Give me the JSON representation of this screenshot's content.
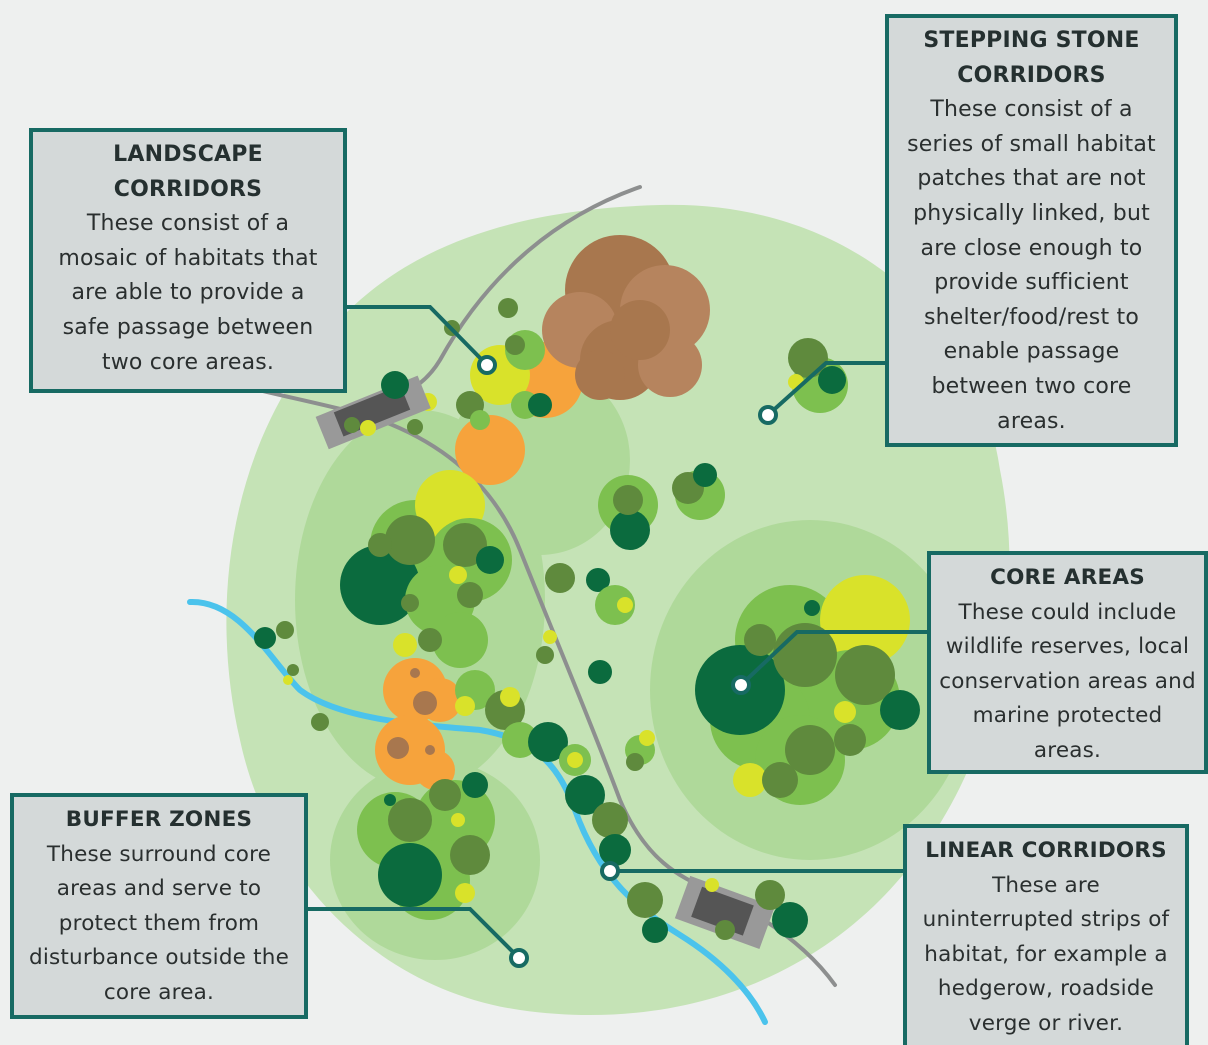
{
  "colors": {
    "background": "#eef0ef",
    "light_green_outer": "#c5e3b6",
    "mid_green": "#a9d58f",
    "dark_green": "#0b6b3e",
    "olive_green": "#5f8a3d",
    "bright_green": "#7dc04f",
    "yellow": "#d9e22a",
    "orange": "#f6a33c",
    "brown": "#a8774e",
    "river_blue": "#4bc3ec",
    "road_grey": "#8d8f8f",
    "callout_border": "#176a63",
    "callout_fill": "#d4d9d9",
    "building": "#555555"
  },
  "callouts": {
    "landscape": {
      "title": "LANDSCAPE\nCORRIDORS",
      "text": "These consist of a\nmosaic of habitats that\nare able to provide a\nsafe passage between\ntwo core areas."
    },
    "stepping": {
      "title": "STEPPING STONE\nCORRIDORS",
      "text": "These consist of a\nseries of small habitat\npatches that are not\nphysically linked, but\nare close enough to\nprovide sufficient\nshelter/food/rest to\nenable passage\nbetween two core\nareas."
    },
    "core": {
      "title": "CORE AREAS",
      "text": "These could include\nwildlife reserves, local\nconservation areas and\nmarine protected\nareas."
    },
    "buffer": {
      "title": "BUFFER ZONES",
      "text": "These surround core\nareas and serve to\nprotect them from\ndisturbance outside the\ncore area."
    },
    "linear": {
      "title": "LINEAR CORRIDORS",
      "text": "These are\nuninterrupted strips of\nhabitat, for example a\nhedgerow, roadside\nverge or river."
    }
  }
}
